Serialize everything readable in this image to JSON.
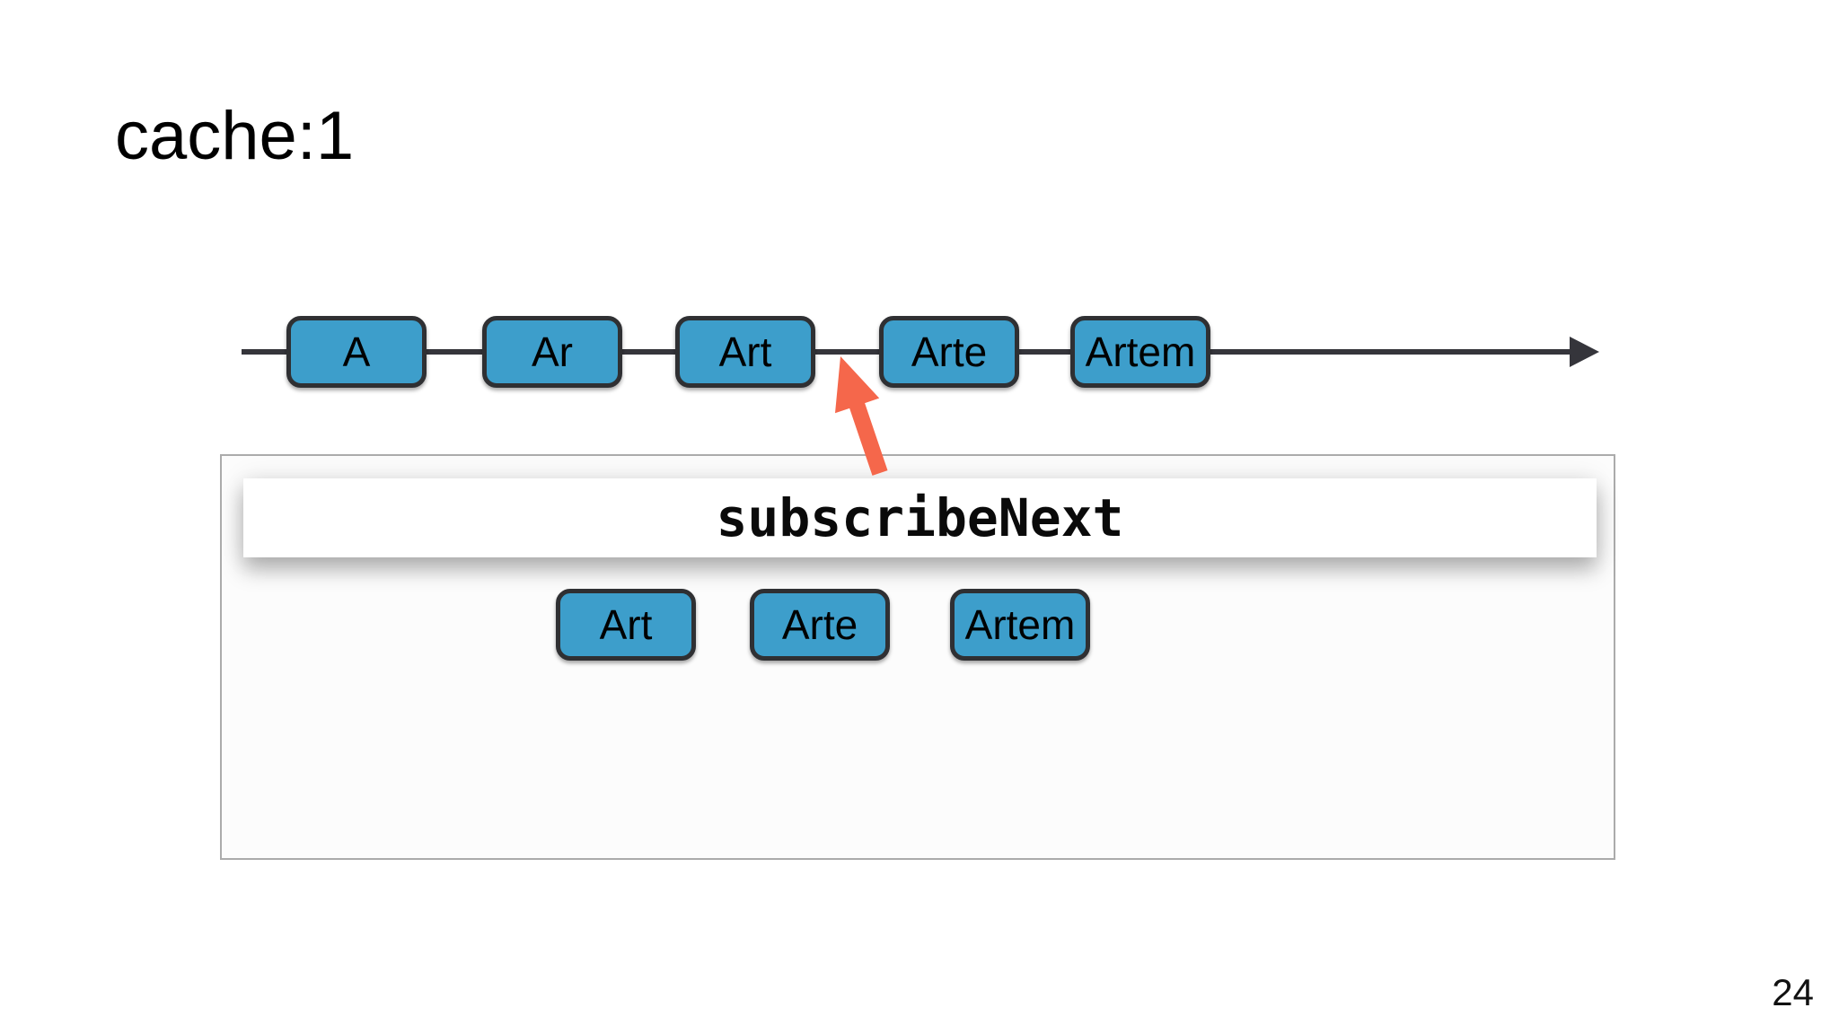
{
  "slide": {
    "title": "cache:1",
    "page_number": "24"
  },
  "timeline": {
    "events": [
      {
        "label": "A"
      },
      {
        "label": "Ar"
      },
      {
        "label": "Art"
      },
      {
        "label": "Arte"
      },
      {
        "label": "Artem"
      }
    ]
  },
  "operator": {
    "label": "subscribeNext",
    "output_events": [
      {
        "label": "Art"
      },
      {
        "label": "Arte"
      },
      {
        "label": "Artem"
      }
    ]
  },
  "icons": {
    "timeline_arrowhead": "right-arrowhead",
    "subscribe_arrow": "up-left-orange-arrow"
  },
  "colors": {
    "marble_fill": "#3D9ECB",
    "marble_border": "#2F3033",
    "timeline_line": "#35353B",
    "subscribe_arrow": "#F5674B",
    "panel_border": "#ABABAB",
    "panel_fill": "#FCFCFC",
    "text": "#000000"
  }
}
